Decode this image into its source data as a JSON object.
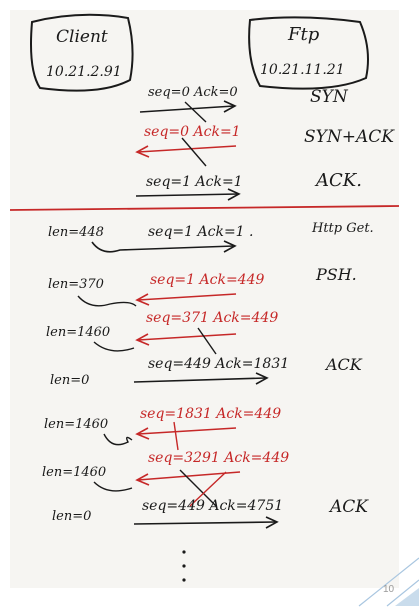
{
  "client": {
    "label": "Client",
    "ip": "10.21.2.91"
  },
  "server": {
    "label": "Ftp",
    "ip": "10.21.11.21"
  },
  "handshake": [
    {
      "seg": "seq=0  Ack=0",
      "type": "SYN",
      "color": "#1a1a1a"
    },
    {
      "seg": "seq=0  Ack=1",
      "type": "SYN+ACK",
      "color": "#c62828"
    },
    {
      "seg": "seq=1  Ack=1",
      "type": "ACK.",
      "color": "#1a1a1a"
    }
  ],
  "transfer": [
    {
      "len": "len=448",
      "seg": "seq=1  Ack=1 .",
      "type": "Http Get.",
      "color": "#1a1a1a"
    },
    {
      "len": "len=370",
      "seg": "seq=1  Ack=449",
      "type": "PSH.",
      "color": "#c62828"
    },
    {
      "len": "len=1460",
      "seg": "seq=371  Ack=449",
      "type": "",
      "color": "#c62828"
    },
    {
      "len": "len=0",
      "seg": "seq=449  Ack=1831",
      "type": "ACK",
      "color": "#1a1a1a"
    },
    {
      "len": "len=1460",
      "seg": "seq=1831  Ack=449",
      "type": "",
      "color": "#c62828"
    },
    {
      "len": "len=1460",
      "seg": "seq=3291  Ack=449",
      "type": "",
      "color": "#c62828"
    },
    {
      "len": "len=0",
      "seg": "seq=449   Ack=4751",
      "type": "ACK",
      "color": "#1a1a1a"
    }
  ],
  "page_number": "10"
}
